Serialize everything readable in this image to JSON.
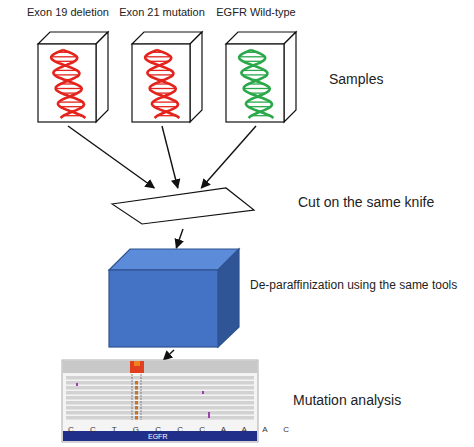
{
  "diagram": {
    "nodes": [
      {
        "text": [
          "Exon 19 deletion"
        ]
      },
      {
        "text": [
          "Exon 21 mutation"
        ]
      },
      {
        "text": [
          "EGFR Wild-type"
        ]
      },
      {
        "text": [
          "Cut on the same knife"
        ]
      },
      {
        "text": [
          "De-paraffinization using the same tools"
        ]
      },
      {
        "text": [
          "Mutation analysis"
        ]
      }
    ],
    "edges": [
      {
        "from": 0,
        "to": 3,
        "arrow": "to"
      },
      {
        "from": 1,
        "to": 3,
        "arrow": "to"
      },
      {
        "from": 2,
        "to": 3,
        "arrow": "to"
      },
      {
        "from": 3,
        "to": 4,
        "arrow": "to"
      },
      {
        "from": 4,
        "to": 5,
        "arrow": "to"
      }
    ],
    "labels": [
      "Samples",
      "C C T G C C C A A A C",
      "EGFR"
    ]
  }
}
